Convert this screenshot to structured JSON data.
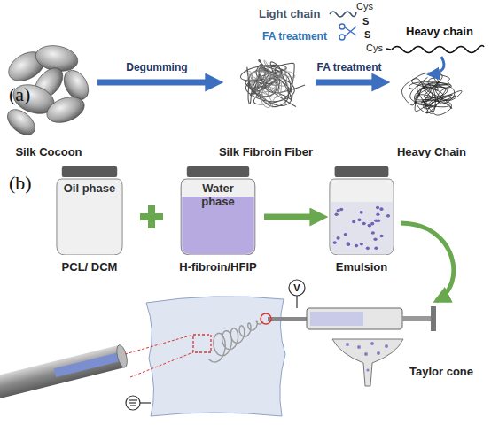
{
  "diagram": {
    "nodes": [
      {
        "text": [
          "Silk Cocoon"
        ]
      },
      {
        "text": [
          "Silk Fibroin Fiber"
        ]
      },
      {
        "text": [
          "Heavy Chain"
        ]
      },
      {
        "text": [
          "Oil phase",
          "PCL/ DCM"
        ]
      },
      {
        "text": [
          "Water phase",
          "H-fibroin/HFIP"
        ]
      },
      {
        "text": [
          "Emulsion"
        ]
      }
    ],
    "edges": [
      {
        "from": 0,
        "to": 1,
        "arrow": "to",
        "label": "Degumming"
      },
      {
        "from": 1,
        "to": 2,
        "arrow": "to",
        "label": "FA treatment"
      },
      {
        "from": 4,
        "to": 5,
        "arrow": "to"
      }
    ],
    "labels": [
      "(a)",
      "Light chain",
      "Cys",
      "S",
      "S",
      "Cys",
      "FA treatment",
      "Heavy chain",
      "(b)",
      "V",
      "Taylor cone"
    ]
  }
}
